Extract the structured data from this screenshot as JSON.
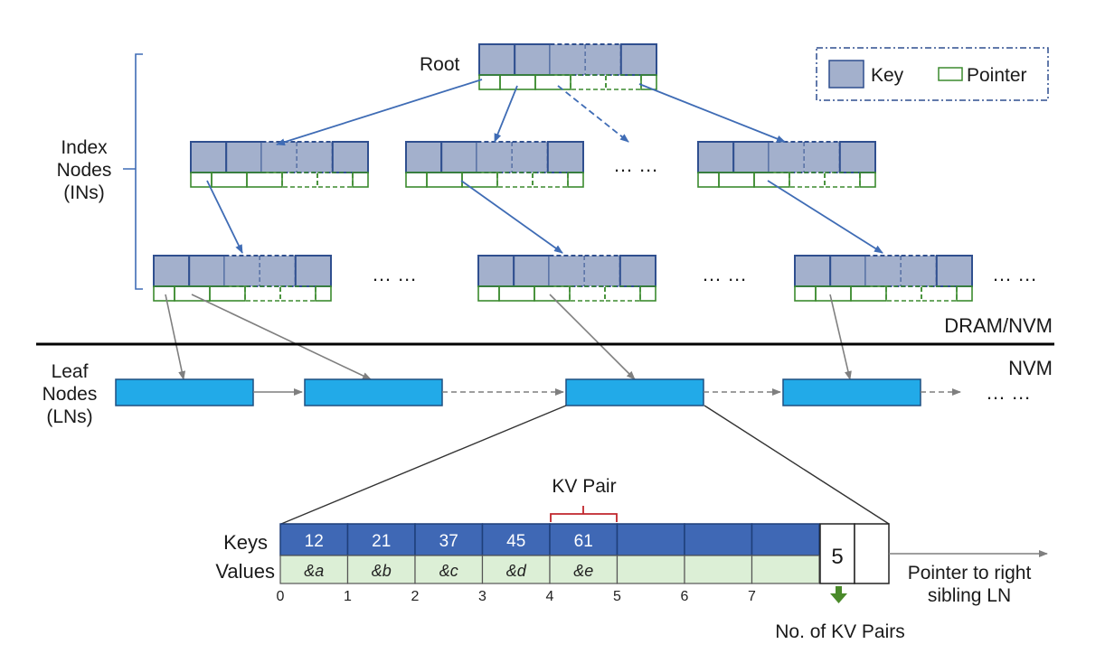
{
  "legend": {
    "key_label": "Key",
    "pointer_label": "Pointer"
  },
  "root_label": "Root",
  "index_nodes_label": [
    "Index",
    "Nodes",
    "(INs)"
  ],
  "leaf_nodes_label": [
    "Leaf",
    "Nodes",
    "(LNs)"
  ],
  "dram_nvm_label": "DRAM/NVM",
  "nvm_label": "NVM",
  "ellipsis": "… …",
  "kv_pair_label": "KV Pair",
  "keys_label": "Keys",
  "values_label": "Values",
  "leaf_keys": [
    "12",
    "21",
    "37",
    "45",
    "61",
    "",
    "",
    ""
  ],
  "leaf_values": [
    "&a",
    "&b",
    "&c",
    "&d",
    "&e",
    "",
    "",
    ""
  ],
  "slot_indices": [
    "0",
    "1",
    "2",
    "3",
    "4",
    "5",
    "6",
    "7"
  ],
  "kv_count": "5",
  "kv_count_label": "No. of KV Pairs",
  "sibling_pointer_label": [
    "Pointer to right",
    "sibling LN"
  ],
  "colors": {
    "key_fill": "#a3b0cc",
    "key_border": "#2f4f8f",
    "pointer_border": "#3b8a2e",
    "leaf_fill": "#22aae8",
    "leaf_border": "#1f4f80",
    "blue_arrow": "#3f6cb5",
    "gray_arrow": "#7f7f7f",
    "leaf_key_fill": "#3f68b5",
    "leaf_value_fill": "#dcefd6",
    "bracket_red": "#c0262c",
    "count_arrow": "#4a8a2a"
  }
}
